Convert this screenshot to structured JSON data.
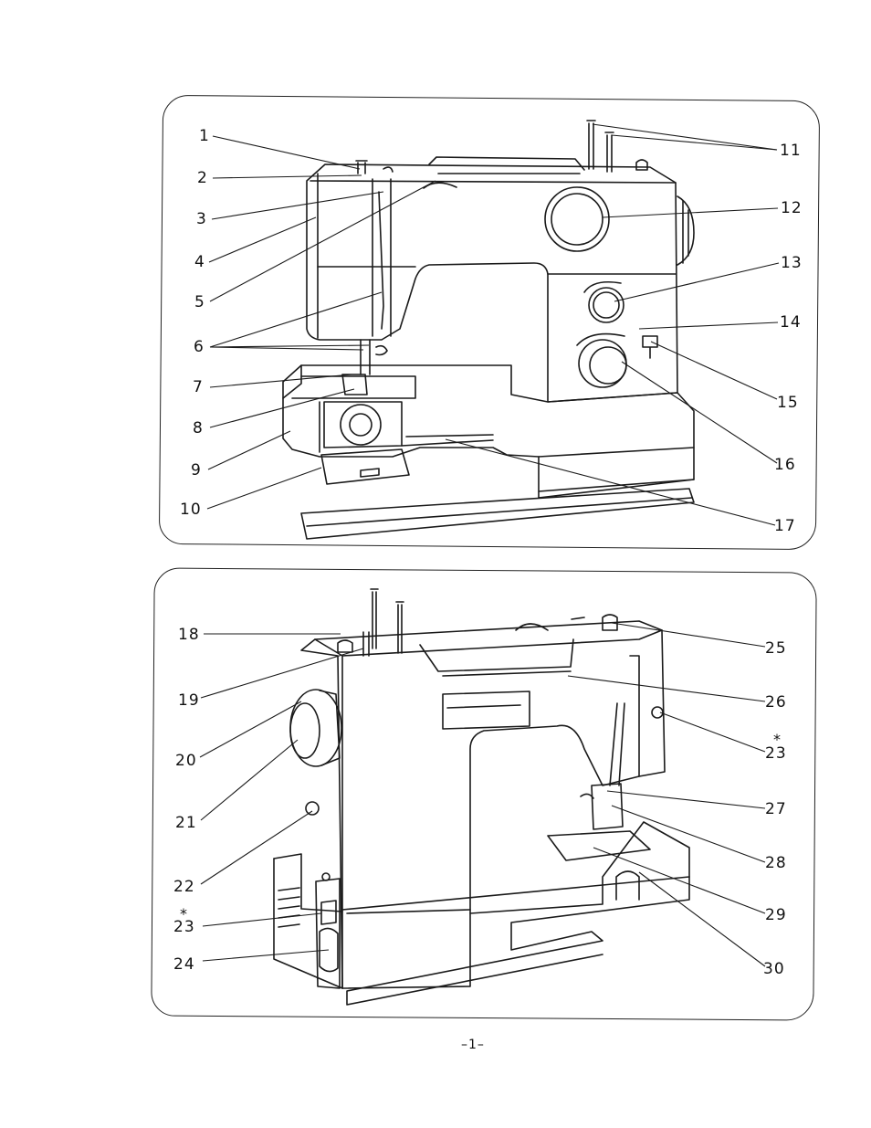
{
  "figure_top": {
    "labels": [
      "1",
      "2",
      "3",
      "4",
      "5",
      "6",
      "7",
      "8",
      "9",
      "10",
      "11",
      "12",
      "13",
      "14",
      "15",
      "16",
      "17"
    ]
  },
  "figure_bottom": {
    "labels": [
      "18",
      "19",
      "20",
      "21",
      "22",
      "23",
      "24",
      "25",
      "26",
      "23",
      "27",
      "28",
      "29",
      "30"
    ],
    "asterisk": "*"
  },
  "page_number": "–1–"
}
